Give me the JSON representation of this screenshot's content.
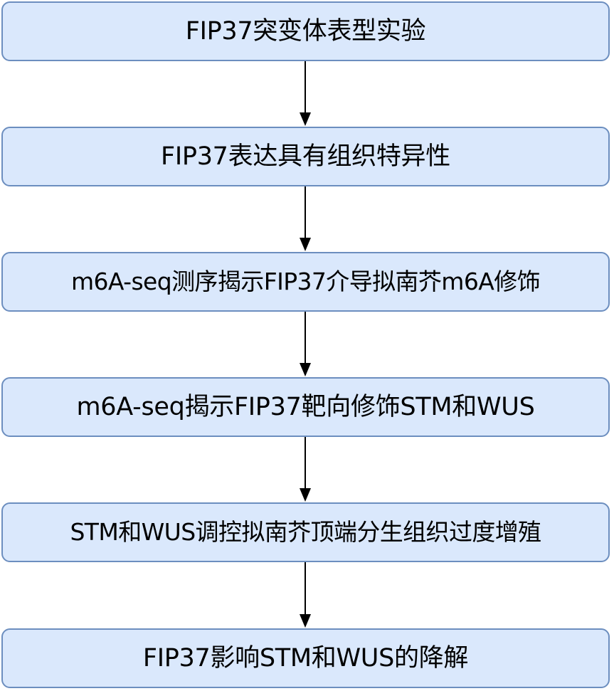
{
  "colors": {
    "box_fill": "#dae8fc",
    "box_border": "#6c8ebf",
    "arrow": "#000000",
    "text": "#000000"
  },
  "flowchart": {
    "steps": [
      {
        "label": "FIP37突变体表型实验"
      },
      {
        "label": "FIP37表达具有组织特异性"
      },
      {
        "label": "m6A-seq测序揭示FIP37介导拟南芥m6A修饰"
      },
      {
        "label": "m6A-seq揭示FIP37靶向修饰STM和WUS"
      },
      {
        "label": "STM和WUS调控拟南芥顶端分生组织过度增殖"
      },
      {
        "label": "FIP37影响STM和WUS的降解"
      }
    ]
  }
}
